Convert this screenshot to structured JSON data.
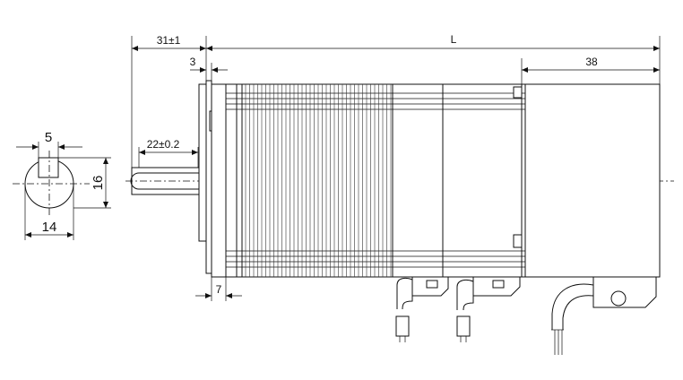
{
  "dimensions": {
    "shaft_offset": "31±1",
    "length": "L",
    "flange": "3",
    "encoder_length": "38",
    "key_width": "5",
    "shaft_diameter": "14",
    "key_height": "16",
    "key_length": "22±0.2",
    "spacer": "7"
  }
}
